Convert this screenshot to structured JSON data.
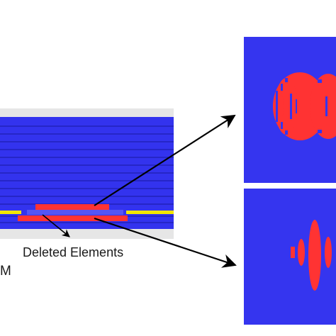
{
  "labels": {
    "deleted_elements": "Deleted Elements",
    "edge_letter": "M"
  },
  "colors": {
    "laminate_blue": "#3333ee",
    "layer_line": "#1a1aa0",
    "delamination_red": "#ff3333",
    "interface_yellow": "#f2e600",
    "tray_gray": "#e6e6e6",
    "panel_blue": "#3535ef",
    "arrow": "#000000"
  },
  "panels": [
    {
      "name": "upper-result-panel",
      "pattern": "red-bilobed-damage-region"
    },
    {
      "name": "lower-result-panel",
      "pattern": "red-lens-shaped-damage-region"
    }
  ]
}
